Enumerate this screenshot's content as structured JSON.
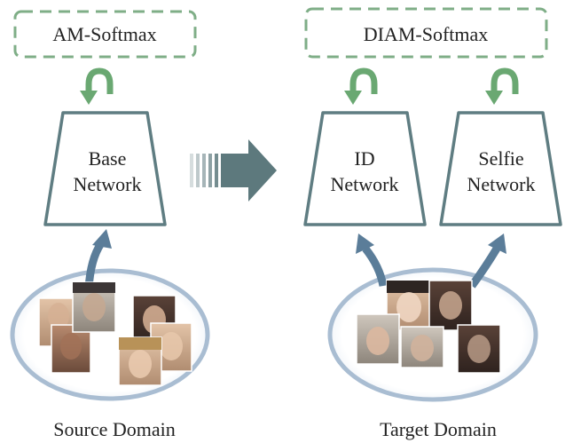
{
  "loss_boxes": [
    {
      "label": "AM-Softmax"
    },
    {
      "label": "DIAM-Softmax"
    }
  ],
  "networks": [
    {
      "line1": "Base",
      "line2": "Network"
    },
    {
      "line1": "ID",
      "line2": "Network"
    },
    {
      "line1": "Selfie",
      "line2": "Network"
    }
  ],
  "domains": [
    {
      "label": "Source Domain"
    },
    {
      "label": "Target Domain"
    }
  ],
  "colors": {
    "loss_dash": "#7fae87",
    "loss_arrow": "#6aa872",
    "trapezoid_stroke": "#5f7d82",
    "transfer_arrow": "#5d797d",
    "input_arrow": "#5b7d99",
    "ellipse_stroke": "#a9bdd2"
  },
  "images": {
    "source_faces": "face-photo",
    "target_faces": "face-photo"
  }
}
